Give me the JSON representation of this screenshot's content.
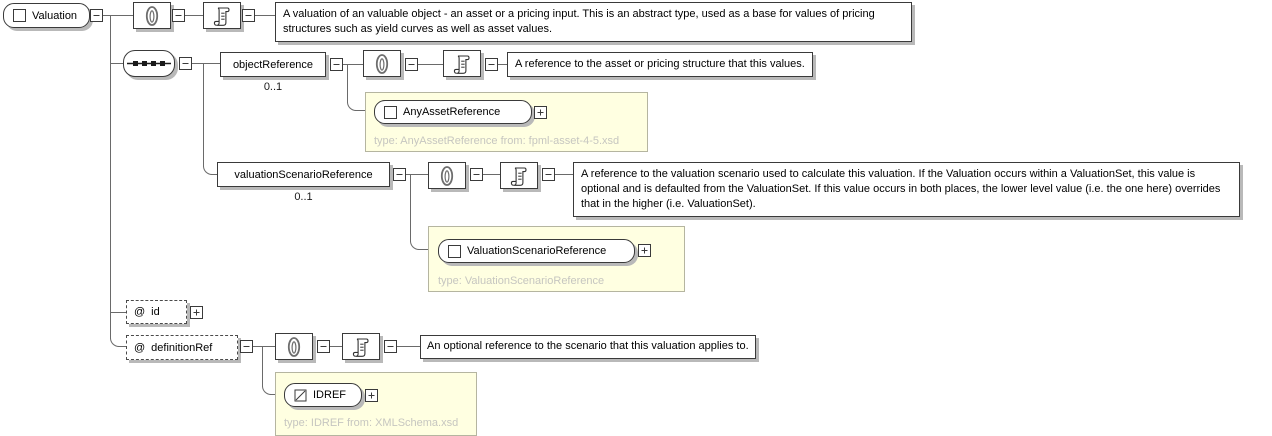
{
  "app": {
    "view": "xml-schema-content-model-diagram"
  },
  "colors": {
    "type_area_bg": "#ffffe1",
    "type_note_text": "#c6c6c0",
    "box_shadow": "#b9b9b9",
    "line": "#6a6a6a"
  },
  "root": {
    "label": "Valuation",
    "doc": "A valuation of an valuable object - an asset or a pricing input. This is an abstract type, used as a base for values of pricing structures such as yield curves as well as asset values."
  },
  "object_reference": {
    "label": "objectReference",
    "cardinality": "0..1",
    "doc": "A reference to the asset or pricing structure that this values.",
    "type_ref": {
      "label": "AnyAssetReference",
      "note": "type: AnyAssetReference from: fpml-asset-4-5.xsd"
    }
  },
  "valuation_scenario_reference": {
    "label": "valuationScenarioReference",
    "cardinality": "0..1",
    "doc": "A reference to the valuation scenario used to calculate this valuation. If the Valuation occurs within a ValuationSet, this value is optional and is defaulted from the ValuationSet. If this value occurs in both places, the lower level value (i.e. the one here) overrides that in the higher (i.e. ValuationSet).",
    "type_ref": {
      "label": "ValuationScenarioReference",
      "note": "type: ValuationScenarioReference"
    }
  },
  "attr_id": {
    "prefix": "@",
    "label": "id"
  },
  "attr_definition_ref": {
    "prefix": "@",
    "label": "definitionRef",
    "doc": "An optional reference to the scenario that this valuation applies to.",
    "type_ref": {
      "label": "IDREF",
      "note": "type: IDREF from: XMLSchema.xsd"
    }
  }
}
